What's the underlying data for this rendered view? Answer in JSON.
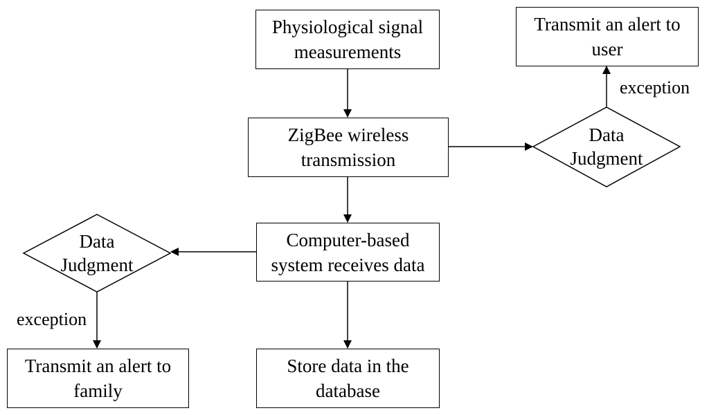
{
  "nodes": {
    "measurements": {
      "line1": "Physiological signal",
      "line2": "measurements"
    },
    "zigbee": {
      "line1": "ZigBee wireless",
      "line2": "transmission"
    },
    "computer": {
      "line1": "Computer-based",
      "line2": "system receives data"
    },
    "store": {
      "line1": "Store data in the",
      "line2": "database"
    },
    "alert_user": {
      "line1": "Transmit an alert to",
      "line2": "user"
    },
    "alert_family": {
      "line1": "Transmit an alert to",
      "line2": "family"
    },
    "judgment_right": {
      "line1": "Data",
      "line2": "Judgment"
    },
    "judgment_left": {
      "line1": "Data",
      "line2": "Judgment"
    }
  },
  "edge_labels": {
    "exception_right": "exception",
    "exception_left": "exception"
  }
}
